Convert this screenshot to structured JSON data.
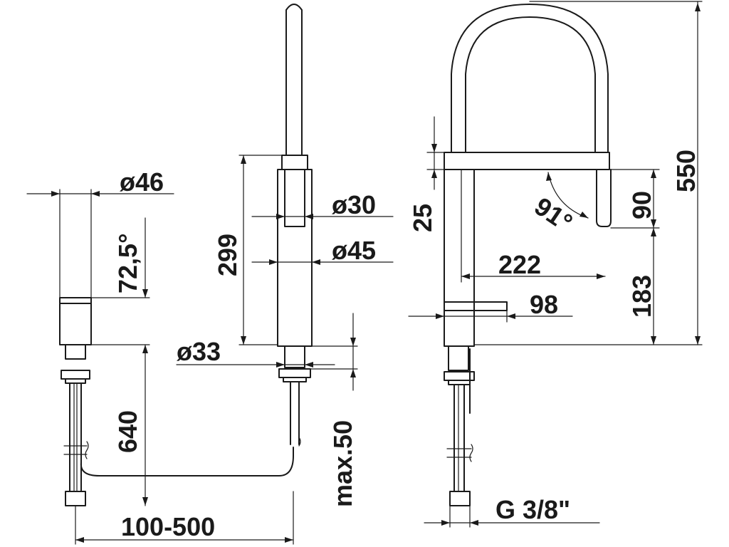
{
  "labels": {
    "d46": "ø46",
    "angle72": "72,5°",
    "d640": "640",
    "d100_500": "100-500",
    "d299": "299",
    "d30": "ø30",
    "d45": "ø45",
    "d33": "ø33",
    "max50": "max.50",
    "d25": "25",
    "angle91": "91°",
    "d222": "222",
    "d98": "98",
    "d90": "90",
    "d183": "183",
    "d550": "550",
    "thread": "G 3/8\""
  }
}
